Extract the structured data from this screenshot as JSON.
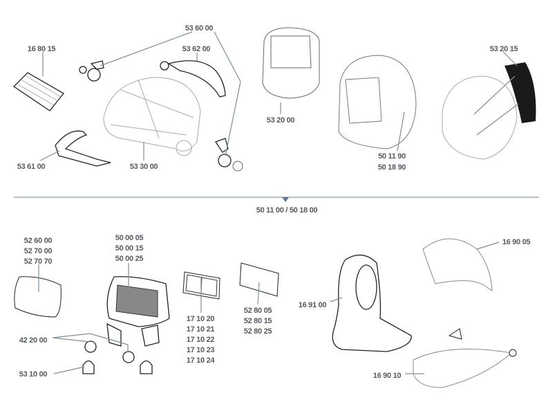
{
  "top_parts": {
    "p168015": "16 80 15",
    "p536000": "53 60 00",
    "p536200": "53 62 00",
    "p532000": "53 20 00",
    "p501190": "50 11 90",
    "p501890": "50 18 90",
    "p532015": "53 20 15",
    "p536100": "53 61 00",
    "p533000": "53 30 00"
  },
  "divider_label": "50 11 00 / 50 18 00",
  "bottom_parts": {
    "lens_covers": [
      "52 60 00",
      "52 70 00",
      "52 70 70"
    ],
    "filters": [
      "50 00 05",
      "50 00 15",
      "50 00 25"
    ],
    "holders": [
      "17 10 20",
      "17 10 21",
      "17 10 22",
      "17 10 23",
      "17 10 24"
    ],
    "magnifiers": [
      "52 80 05",
      "52 80 15",
      "52 80 25"
    ],
    "hood": "16 91 00",
    "head_cover": "16 90 05",
    "batteries": "42 20 00",
    "battery_holder": "53 10 00",
    "neck_protection": "16 90 10"
  },
  "colors": {
    "label": "#555a60",
    "leader": "#7f8c99",
    "divider_marker": "#5f7a94"
  }
}
